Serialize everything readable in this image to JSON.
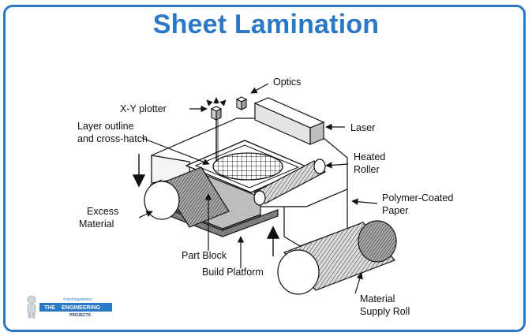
{
  "title": "Sheet Lamination",
  "labels": {
    "optics": "Optics",
    "xy_plotter": "X-Y plotter",
    "laser": "Laser",
    "layer_outline_1": "Layer outline",
    "layer_outline_2": "and cross-hatch",
    "heated_roller_1": "Heated",
    "heated_roller_2": "Roller",
    "polymer_paper_1": "Polymer-Coated",
    "polymer_paper_2": "Paper",
    "excess_material_1": "Excess",
    "excess_material_2": "Material",
    "part_block": "Part Block",
    "build_platform": "Build Platform",
    "supply_roll_1": "Material",
    "supply_roll_2": "Supply Roll"
  },
  "logo": {
    "tagline": "# technopreneur",
    "word1": "THE",
    "word2": "ENGINEERING",
    "word3": "PROJECTS",
    "accent": "#2a78c6"
  },
  "colors": {
    "frame": "#2a78c6",
    "title": "#2a78c6",
    "line": "#111111"
  }
}
